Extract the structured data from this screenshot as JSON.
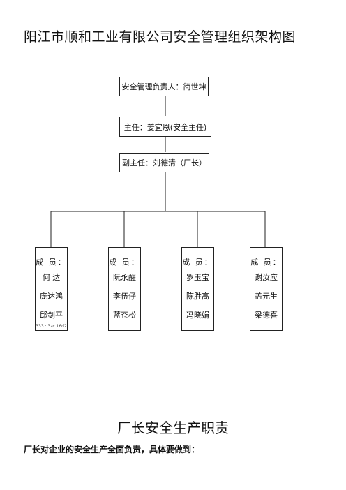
{
  "title": "阳江市顺和工业有限公司安全管理组织架构图",
  "chart": {
    "head": "安全管理负责人：简世坤",
    "director": "主任：姜宜恩(安全主任)",
    "deputy": "副主任：刘德清（厂长）",
    "groups": [
      {
        "label": "成 员：",
        "members": [
          "何 达",
          "庞达鸿",
          "邱剑平"
        ],
        "note": "333 · 3zc 16d2"
      },
      {
        "label": "成 员：",
        "members": [
          "阮永醒",
          "李伍仔",
          "蓝苍松"
        ],
        "note": ""
      },
      {
        "label": "成 员：",
        "members": [
          "罗玉宝",
          "陈胜高",
          "冯晓娟"
        ],
        "note": ""
      },
      {
        "label": "成 员：",
        "members": [
          "谢汝应",
          "盖元生",
          "梁德喜"
        ],
        "note": ""
      }
    ]
  },
  "section_title": "厂长安全生产职责",
  "paragraph": "厂长对企业的安全生产全面负责，具体要做到："
}
